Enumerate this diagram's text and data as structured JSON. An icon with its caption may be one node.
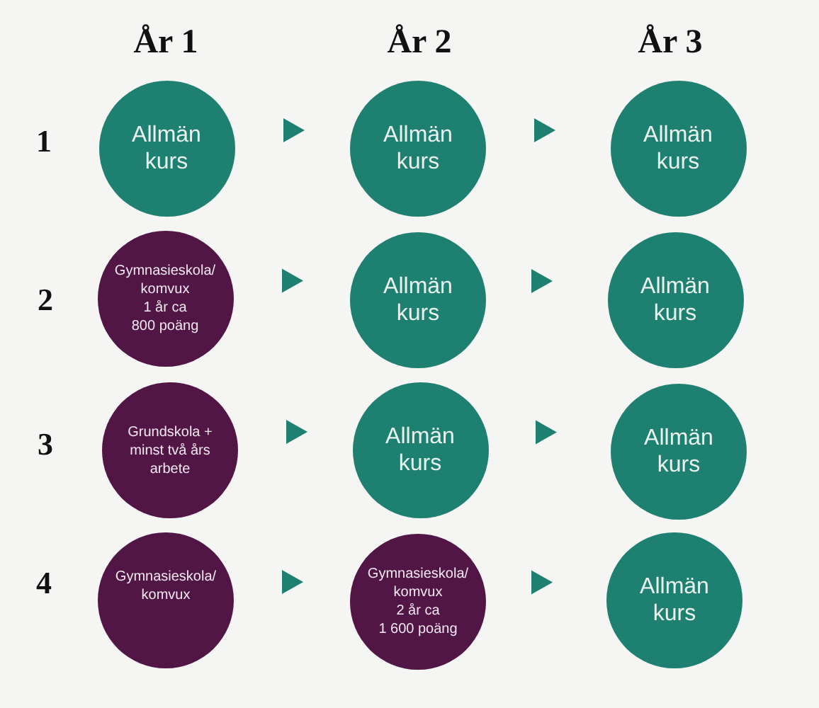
{
  "diagram": {
    "nodes": [
      {
        "text": [
          "Allmän kurs"
        ]
      },
      {
        "text": [
          "Allmän kurs"
        ]
      },
      {
        "text": [
          "Allmän kurs"
        ]
      },
      {
        "text": [
          "Gymnasieskola/ komvux",
          "1 år ca 800 poäng"
        ]
      },
      {
        "text": [
          "Allmän kurs"
        ]
      },
      {
        "text": [
          "Allmän kurs"
        ]
      },
      {
        "text": [
          "Grundskola + minst två års arbete"
        ]
      },
      {
        "text": [
          "Allmän kurs"
        ]
      },
      {
        "text": [
          "Allmän kurs"
        ]
      },
      {
        "text": [
          "Gymnasieskola/ komvux"
        ]
      },
      {
        "text": [
          "Gymnasieskola/ komvux",
          "2 år ca 1 600 poäng"
        ]
      },
      {
        "text": [
          "Allmän kurs"
        ]
      }
    ],
    "edges": [
      {
        "from": 0,
        "to": 1,
        "arrow": "to"
      },
      {
        "from": 1,
        "to": 2,
        "arrow": "to"
      },
      {
        "from": 3,
        "to": 4,
        "arrow": "to"
      },
      {
        "from": 4,
        "to": 5,
        "arrow": "to"
      },
      {
        "from": 6,
        "to": 7,
        "arrow": "to"
      },
      {
        "from": 7,
        "to": 8,
        "arrow": "to"
      },
      {
        "from": 9,
        "to": 10,
        "arrow": "to"
      },
      {
        "from": 10,
        "to": 11,
        "arrow": "to"
      }
    ],
    "labels": [
      "År 1",
      "År 2",
      "År 3",
      "1",
      "2",
      "3",
      "4"
    ]
  }
}
